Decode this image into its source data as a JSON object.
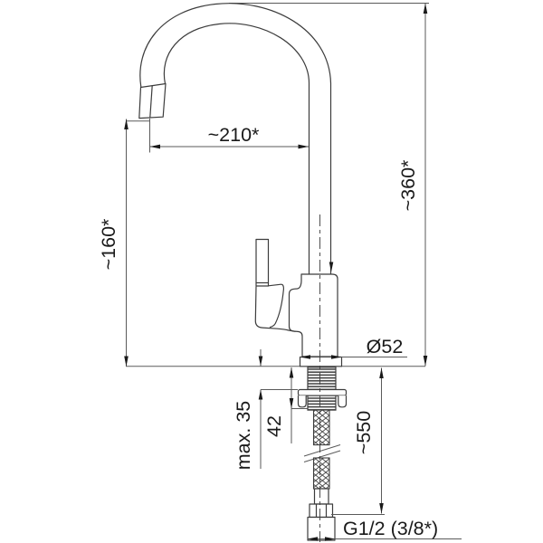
{
  "drawing": {
    "subject": "Kitchen faucet installation technical drawing",
    "labels": {
      "spout_reach": "~210*",
      "spout_height": "~160*",
      "overall_height": "~360*",
      "base_diameter": "Ø52",
      "max_mounting_thickness": "max. 35",
      "shank_length": "42",
      "hose_length": "~550",
      "thread_size": "G1/2 (3/8*)"
    },
    "colors": {
      "background": "#ffffff",
      "outline": "#3c3c3c",
      "dimension_line": "#5a5a5a",
      "text": "#1a1a1a"
    }
  }
}
